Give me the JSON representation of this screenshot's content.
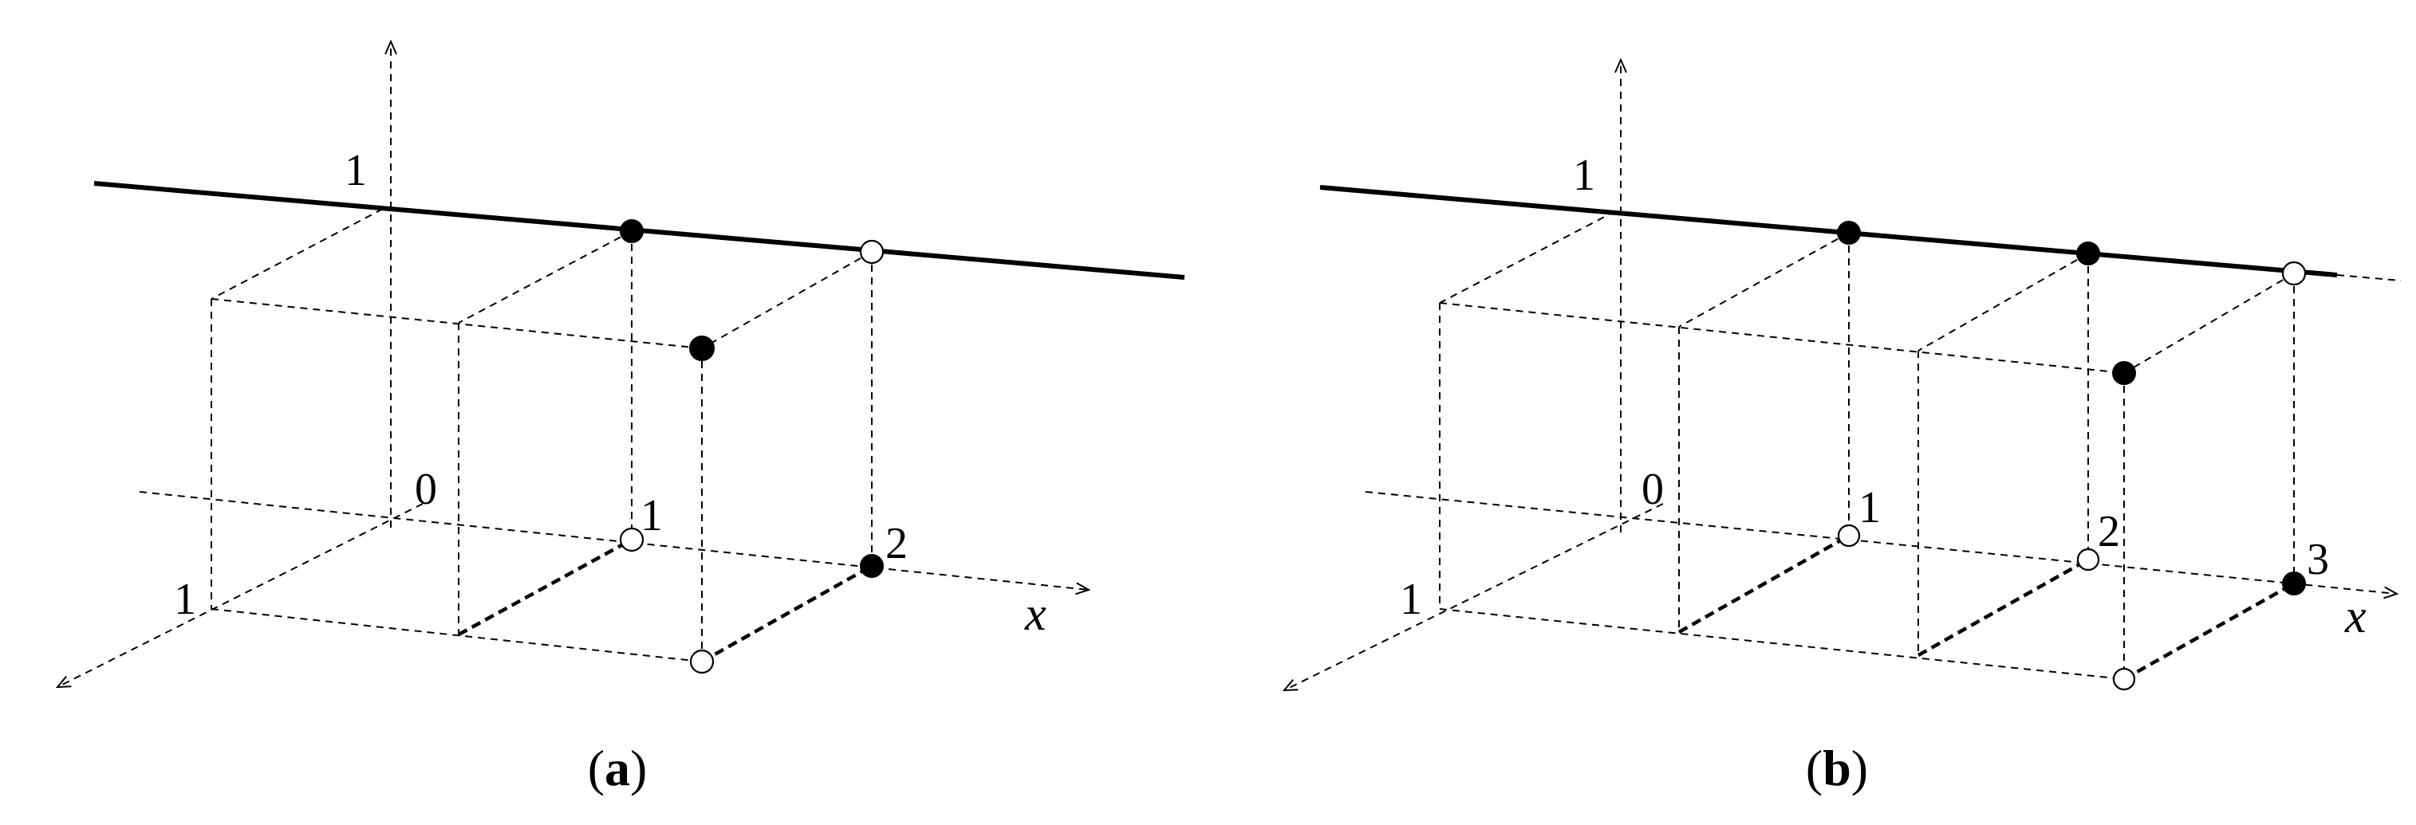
{
  "panels": [
    {
      "caption_open": "(",
      "caption_letter": "a",
      "caption_close": ")",
      "axis_label_x": "x",
      "tick_origin": "0",
      "tick_x_1": "1",
      "tick_x_2": "2",
      "tick_y_1": "1",
      "tick_z_1": "1",
      "point_states": {
        "line_x1": "filled",
        "line_x2": "open",
        "top_front_x1": "filled",
        "axis_x1": "open",
        "axis_x2": "filled",
        "bottom_front_x1": "open"
      }
    },
    {
      "caption_open": "(",
      "caption_letter": "b",
      "caption_close": ")",
      "axis_label_x": "x",
      "tick_origin": "0",
      "tick_x_1": "1",
      "tick_x_2": "2",
      "tick_x_3": "3",
      "tick_y_1": "1",
      "tick_z_1": "1",
      "point_states": {
        "line_x1": "filled",
        "line_x2": "filled",
        "line_x3": "open",
        "top_front_x2": "filled",
        "axis_x1": "open",
        "axis_x2": "open",
        "axis_x3": "filled",
        "bottom_front_x2": "open"
      }
    }
  ]
}
